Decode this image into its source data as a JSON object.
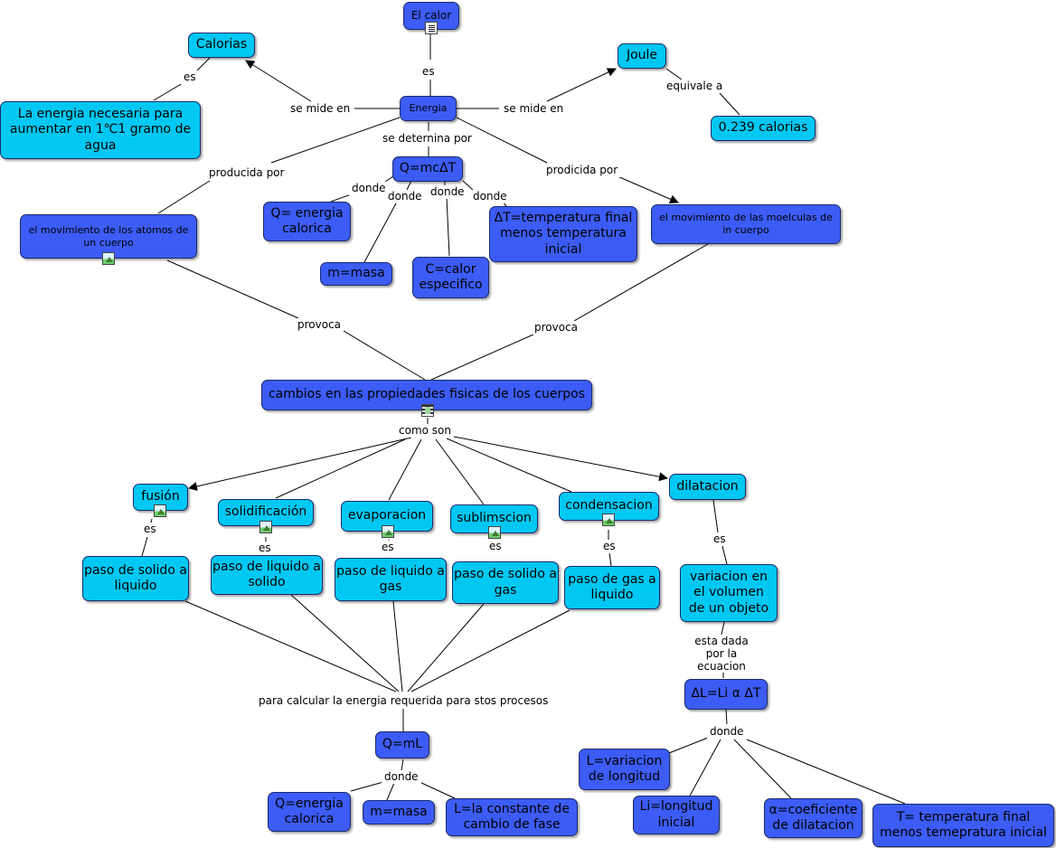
{
  "nodes": {
    "el_calor": "El calor",
    "calorias": "Calorias",
    "energia": "Energia",
    "joule": "Joule",
    "def_caloria": "La energia necesaria para aumentar en 1℃1 gramo de agua",
    "equiv_joule": "0.239 calorias",
    "formula_q": "Q=mcΔT",
    "mov_atomos": "el movimiento de los atomos de un cuerpo",
    "mov_moleculas": "el movimiento de las moelculas de in cuerpo",
    "q_energia_calorica": "Q= energia calorica",
    "m_masa": "m=masa",
    "c_calor": "C=calor especifico",
    "delta_t": "ΔT=temperatura final menos temperatura inicial",
    "cambios": "cambios en las propiedades fisicas de los cuerpos",
    "fusion": "fusión",
    "solidificacion": "solidificación",
    "evaporacion": "evaporacion",
    "sublimacion": "sublimscion",
    "condensacion": "condensacion",
    "dilatacion": "dilatacion",
    "solido_liquido": "paso de solido a liquido",
    "liquido_solido": "paso de liquido a solido",
    "liquido_gas": "paso de liquido a gas",
    "solido_gas": "paso de solido a gas",
    "gas_liquido": "paso de gas a liquido",
    "variacion_volumen": "variacion en el volumen de un objeto",
    "formula_ql": "Q=mL",
    "q_energia_calorica2": "Q=energia calorica",
    "m_masa2": "m=masa",
    "l_constante": "L=la constante de cambio de fase",
    "formula_dl": "ΔL=Li α ΔT",
    "l_variacion": "L=variacion de longitud",
    "li_longitud": "Li=longitud inicial",
    "alpha_coef": "α=coeficiente de dilatacion",
    "t_temperatura": "T= temperatura final menos temepratura inicial"
  },
  "links": {
    "es": "es",
    "se_mide_en": "se mide en",
    "equivale_a": "equivale a",
    "se_determina_por": "se deternina por",
    "producida_por": "producida por",
    "prodicida_por": "prodicida por",
    "donde": "donde",
    "provoca": "provoca",
    "como_son": "como son",
    "para_calcular": "para calcular la energia requerida para stos procesos",
    "esta_dada_por": "esta dada por la ecuacion"
  },
  "colors": {
    "dark_node": "#3c5cf5",
    "light_node": "#00c8f2",
    "line": "#000000"
  },
  "icons": [
    "document-icon",
    "image-icon",
    "video-icon"
  ]
}
